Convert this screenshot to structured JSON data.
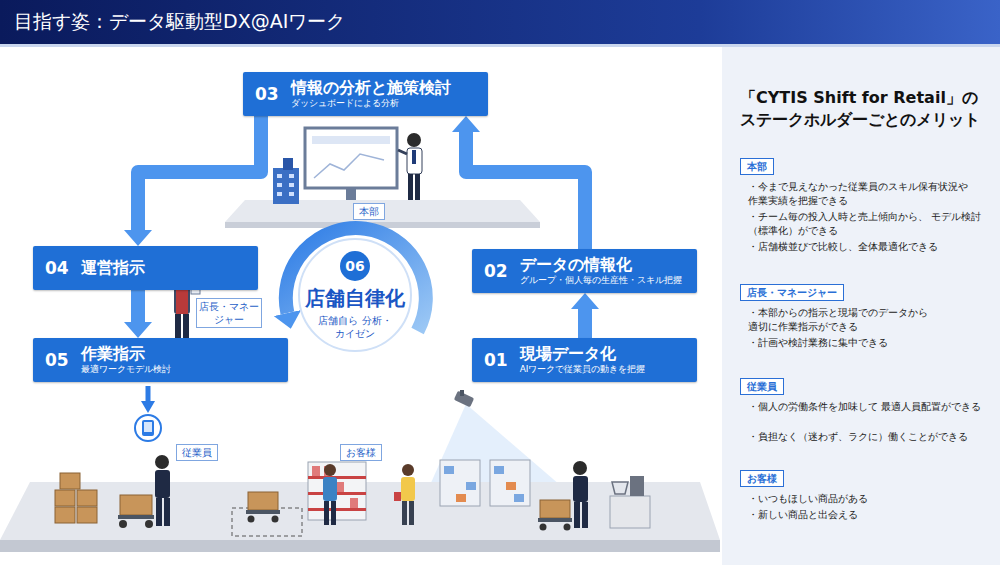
{
  "diagram": {
    "title": "目指す姿：データ駆動型DX@AIワーク",
    "nodes": [
      {
        "text": [
          "03",
          "情報の分析と施策検討",
          "ダッシュボードによる分析"
        ]
      },
      {
        "text": [
          "本部"
        ]
      },
      {
        "text": [
          "04",
          "運営指示"
        ]
      },
      {
        "text": [
          "店長・マネージャー"
        ]
      },
      {
        "text": [
          "05",
          "作業指示",
          "最適ワークモデル検討"
        ]
      },
      {
        "text": [
          "06",
          "店舗自律化",
          "店舗自ら 分析・カイゼン"
        ]
      },
      {
        "text": [
          "02",
          "データの情報化",
          "グループ・個人毎の生産性・スキル把握"
        ]
      },
      {
        "text": [
          "01",
          "現場データ化",
          "AIワークで従業員の動きを把握"
        ]
      },
      {
        "text": [
          "従業員"
        ]
      },
      {
        "text": [
          "お客様"
        ]
      },
      {
        "text": [
          "「CYTIS Shift for Retail」の ステークホルダーごとのメリット"
        ]
      },
      {
        "text": [
          "本部"
        ],
        "in": 10
      },
      {
        "text": [
          "店長・マネージャー"
        ],
        "in": 10
      },
      {
        "text": [
          "従業員"
        ],
        "in": 10
      },
      {
        "text": [
          "お客様"
        ],
        "in": 10
      }
    ],
    "edges": [
      {
        "from": 7,
        "to": 6,
        "arrow": "to"
      },
      {
        "from": 6,
        "to": 0,
        "arrow": "to"
      },
      {
        "from": 0,
        "to": 2,
        "arrow": "to"
      },
      {
        "from": 2,
        "to": 4,
        "arrow": "to"
      }
    ],
    "labels": [
      "・今まで見えなかった従業員のスキル保有状況や 作業実績を把握できる",
      "・チーム毎の投入人時と売上傾向から、 モデル検討（標準化）ができる",
      "・店舗横並びで比較し、全体最適化できる",
      "・本部からの指示と現場でのデータから 適切に作業指示ができる",
      "・計画や検討業務に集中できる",
      "・個人の労働条件を加味して 最適人員配置ができる",
      "・負担なく（迷わず、ラクに）働くことができる",
      "・いつもほしい商品がある",
      "・新しい商品と出会える"
    ]
  }
}
